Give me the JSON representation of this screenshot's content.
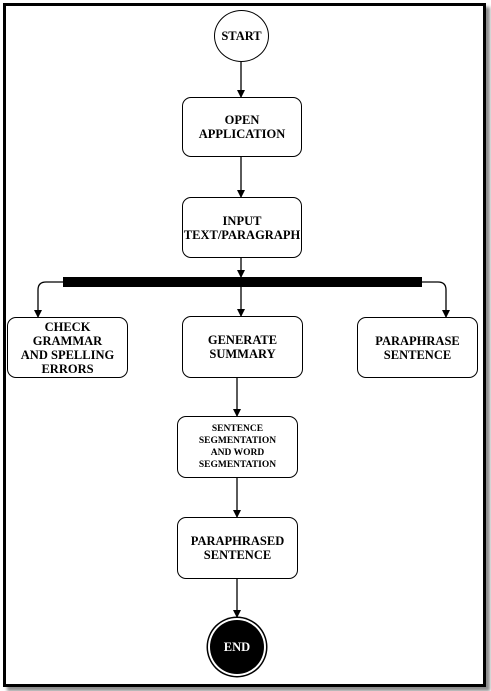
{
  "diagram": {
    "nodes": {
      "start": "START",
      "open_application": "OPEN\nAPPLICATION",
      "input_text": "INPUT\nTEXT/PARAGRAPH",
      "check_grammar": "CHECK GRAMMAR\nAND SPELLING\nERRORS",
      "generate_summary": "GENERATE\nSUMMARY",
      "paraphrase_sentence": "PARAPHRASE\nSENTENCE",
      "segmentation": "SENTENCE\nSEGMENTATION\nAND WORD\nSEGMENTATION",
      "paraphrased_sentence": "PARAPHRASED\nSENTENCE",
      "end": "END"
    }
  }
}
